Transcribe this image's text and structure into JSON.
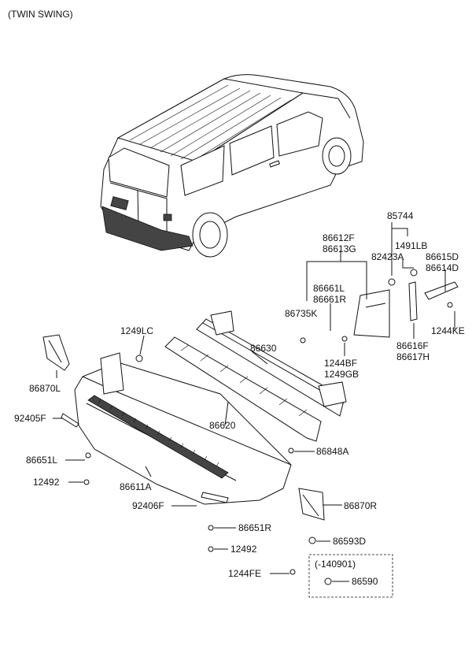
{
  "diagram": {
    "variant_note": "(TWIN SWING)",
    "labels": {
      "p85744": "85744",
      "p86612F": "86612F",
      "p86613G": "86613G",
      "p1491LB": "1491LB",
      "p82423A": "82423A",
      "p86615D": "86615D",
      "p86614D": "86614D",
      "p86661L": "86661L",
      "p86661R": "86661R",
      "p86735K": "86735K",
      "p1244KE": "1244KE",
      "p1249LC": "1249LC",
      "p86630": "86630",
      "p86616F": "86616F",
      "p86617H": "86617H",
      "p1244BF": "1244BF",
      "p1249GB": "1249GB",
      "p86870L": "86870L",
      "p92405F": "92405F",
      "p86620": "86620",
      "p86651L": "86651L",
      "p86848A": "86848A",
      "p12492_left": "12492",
      "p86611A": "86611A",
      "p92406F": "92406F",
      "p86870R": "86870R",
      "p86651R": "86651R",
      "p86593D": "86593D",
      "p12492_bottom": "12492",
      "p1244FE": "1244FE",
      "range_note": "(-140901)",
      "p86590": "86590"
    }
  }
}
